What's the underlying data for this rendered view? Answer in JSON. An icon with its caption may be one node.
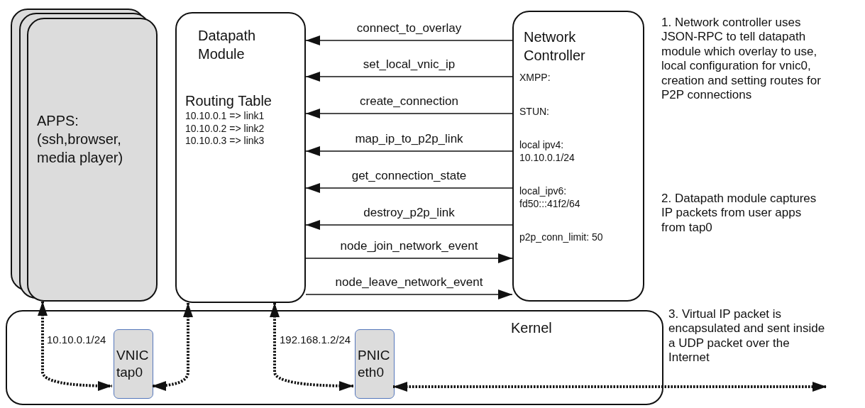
{
  "diagram": {
    "nodes": [
      {
        "text": [
          "APPS: (ssh,browser, media player)"
        ]
      },
      {
        "text": [
          "Datapath Module",
          "Routing Table",
          "10.10.0.1 => link1",
          "10.10.0.2 => link2",
          "10.10.0.3 => link3"
        ]
      },
      {
        "text": [
          "Network Controller",
          "XMPP:",
          "STUN:",
          "local ipv4: 10.10.0.1/24",
          "local_ipv6: fd50:::41f2/64",
          "p2p_conn_limit: 50"
        ]
      },
      {
        "text": [
          "Kernel"
        ]
      },
      {
        "text": [
          "VNIC tap0"
        ],
        "in": 3,
        "beside": [
          "10.10.0.1/24"
        ]
      },
      {
        "text": [
          "PNIC eth0"
        ],
        "in": 3,
        "beside": [
          "192.168.1.2/24"
        ]
      }
    ],
    "edges": [
      {
        "from": 2,
        "to": 1,
        "arrow": "to",
        "label": "connect_to_overlay"
      },
      {
        "from": 2,
        "to": 1,
        "arrow": "to",
        "label": "set_local_vnic_ip"
      },
      {
        "from": 2,
        "to": 1,
        "arrow": "to",
        "label": "create_connection"
      },
      {
        "from": 2,
        "to": 1,
        "arrow": "to",
        "label": "map_ip_to_p2p_link"
      },
      {
        "from": 2,
        "to": 1,
        "arrow": "to",
        "label": "get_connection_state"
      },
      {
        "from": 2,
        "to": 1,
        "arrow": "to",
        "label": "destroy_p2p_link"
      },
      {
        "from": 1,
        "to": 2,
        "arrow": "to",
        "label": "node_join_network_event"
      },
      {
        "from": 1,
        "to": 2,
        "arrow": "to",
        "label": "node_leave_network_event"
      },
      {
        "from": 0,
        "to": 4,
        "arrow": "both",
        "style": "dashed"
      },
      {
        "from": 1,
        "to": 4,
        "arrow": "both",
        "style": "dashed"
      },
      {
        "from": 1,
        "to": 5,
        "arrow": "both",
        "style": "dashed"
      },
      {
        "from": 5,
        "to": null,
        "arrow": "both",
        "style": "dashed"
      }
    ],
    "labels": [
      "1. Network controller uses JSON-RPC to tell datapath module which overlay to use, local configuration for vnic0, creation and setting routes for P2P connections",
      "2. Datapath module captures IP packets from user apps from tap0",
      "3. Virtual IP packet is encapsulated and sent inside a UDP packet over the Internet"
    ]
  }
}
